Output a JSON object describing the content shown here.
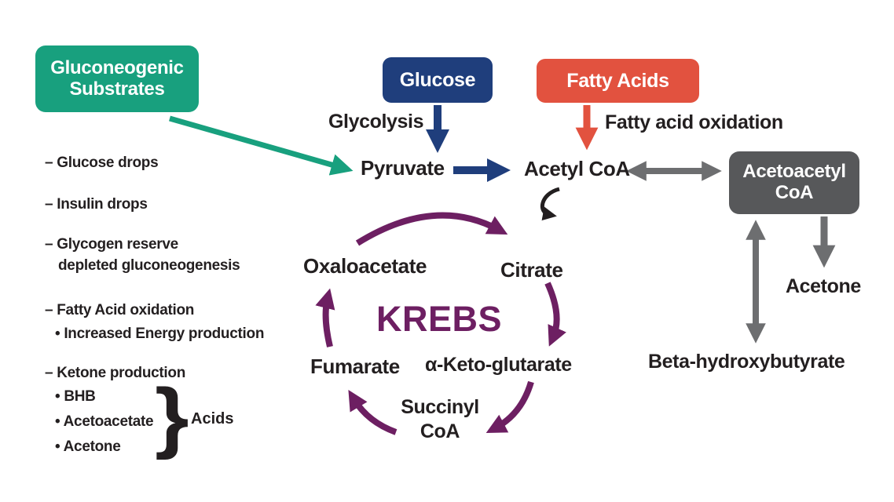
{
  "colors": {
    "green": "#18a07e",
    "navy": "#1f3e7c",
    "red": "#e2523f",
    "gray_box": "#57585a",
    "gray_arrow": "#6d6e70",
    "purple": "#6d1f62",
    "text": "#231f20"
  },
  "boxes": {
    "gluconeogenic_substrates": "Gluconeogenic Substrates",
    "glucose": "Glucose",
    "fatty_acids": "Fatty Acids",
    "acetoacetyl_coa": "Acetoacetyl CoA"
  },
  "labels": {
    "glycolysis": "Glycolysis",
    "pyruvate": "Pyruvate",
    "acetyl_coa": "Acetyl CoA",
    "fatty_acid_oxidation": "Fatty acid oxidation",
    "acetone": "Acetone",
    "beta_hydroxybutyrate": "Beta-hydroxybutyrate"
  },
  "krebs": {
    "title": "KREBS",
    "nodes": {
      "oxaloacetate": "Oxaloacetate",
      "citrate": "Citrate",
      "alpha_keto_glutarate": "α-Keto-glutarate",
      "succinyl_coa": "Succinyl\nCoA",
      "fumarate": "Fumarate"
    }
  },
  "side_list": {
    "items": [
      {
        "text": "– Glucose drops"
      },
      {
        "text": "– Insulin drops"
      },
      {
        "text": "– Glycogen reserve"
      },
      {
        "text": "depleted gluconeogenesis"
      },
      {
        "text": "– Fatty Acid oxidation"
      },
      {
        "text": "• Increased Energy production"
      },
      {
        "text": "– Ketone production"
      },
      {
        "text": "• BHB"
      },
      {
        "text": "• Acetoacetate"
      },
      {
        "text": "• Acetone"
      }
    ],
    "brace_glyph": "}",
    "brace_label": "Acids"
  }
}
